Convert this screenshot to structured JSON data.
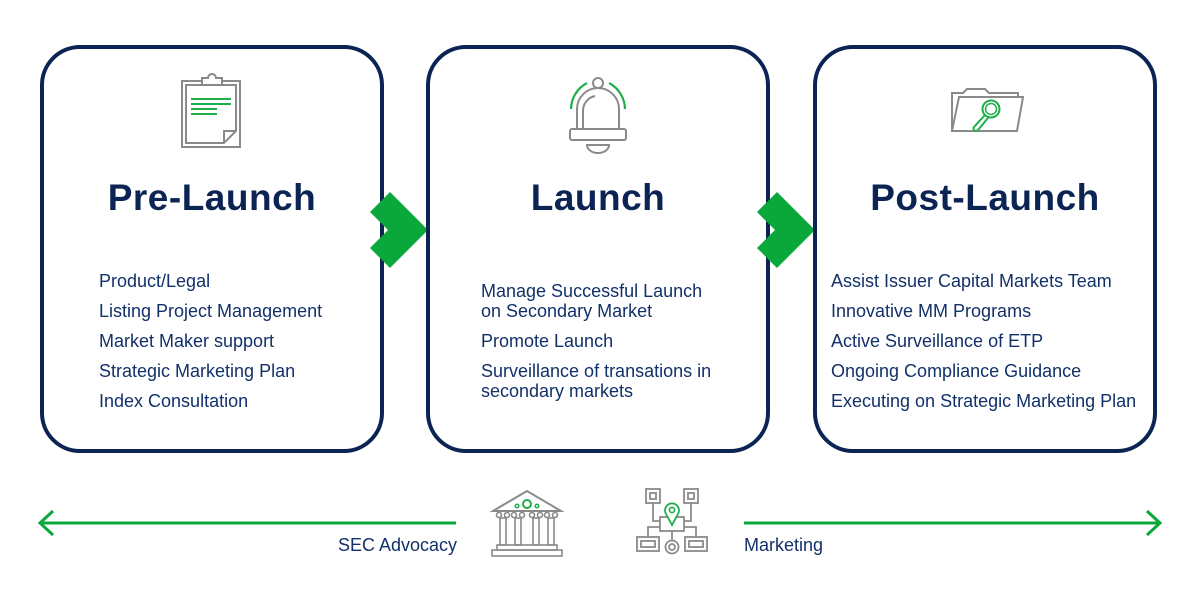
{
  "stages": [
    {
      "title": "Pre-Launch",
      "icon": "clipboard-icon",
      "items": [
        "Product/Legal",
        "Listing Project Management",
        "Market Maker support",
        "Strategic Marketing Plan",
        "Index Consultation"
      ]
    },
    {
      "title": "Launch",
      "icon": "bell-icon",
      "items": [
        "Manage Successful Launch on Secondary Market",
        "Promote Launch",
        "Surveillance of transations in secondary markets"
      ]
    },
    {
      "title": "Post-Launch",
      "icon": "folder-search-icon",
      "items": [
        "Assist Issuer Capital Markets Team",
        "Innovative MM Programs",
        "Active Surveillance of ETP",
        "Ongoing Compliance Guidance",
        "Executing on Strategic Marketing Plan"
      ]
    }
  ],
  "footer": {
    "left_label": "SEC Advocacy",
    "right_label": "Marketing",
    "left_icon": "government-building-icon",
    "right_icon": "network-location-icon"
  },
  "colors": {
    "navy": "#0c2454",
    "green": "#0aa83a",
    "icon_gray": "#8a8a8a",
    "icon_green": "#1fae4b"
  }
}
